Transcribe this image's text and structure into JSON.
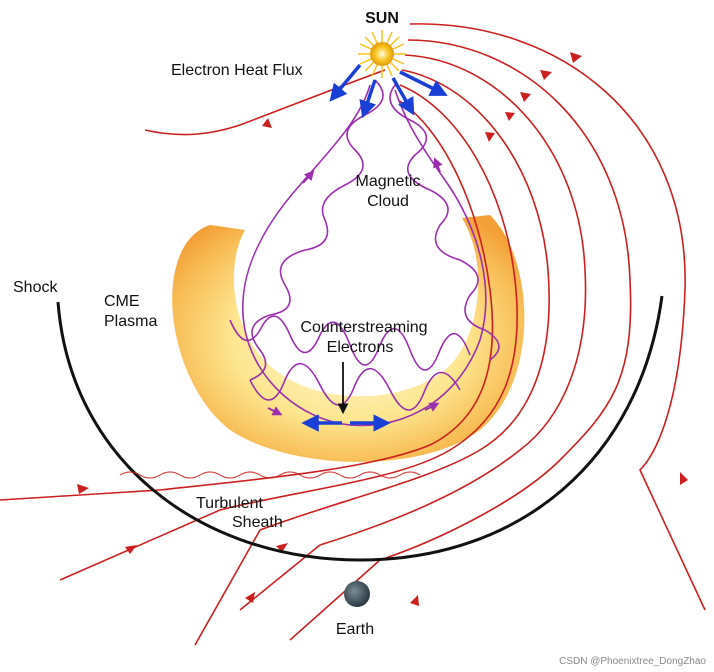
{
  "labels": {
    "sun": "SUN",
    "electron_heat_flux": "Electron Heat Flux",
    "magnetic_cloud_line1": "Magnetic",
    "magnetic_cloud_line2": "Cloud",
    "shock": "Shock",
    "cme_plasma_line1": "CME",
    "cme_plasma_line2": "Plasma",
    "counterstreaming_line1": "Counterstreaming",
    "counterstreaming_line2": "Electrons",
    "turbulent_line1": "Turbulent",
    "turbulent_line2": "Sheath",
    "earth": "Earth"
  },
  "watermark": "CSDN @Phoenixtree_DongZhao",
  "colors": {
    "field_lines": "#cc1f1f",
    "electron_helix": "#9b2fb0",
    "flux_arrows": "#1a3fd6",
    "cme_plasma": "#f6a534",
    "shock_front": "#111111",
    "earth": "#3d4f58",
    "sun": "#f7c21b"
  }
}
